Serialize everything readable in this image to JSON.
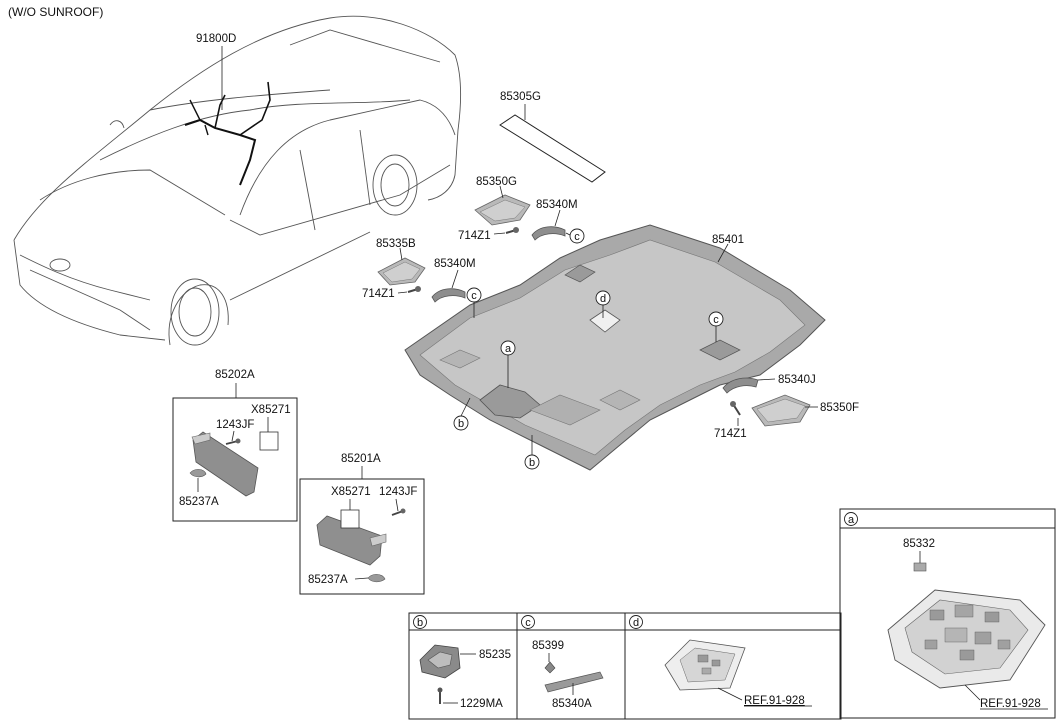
{
  "diagram": {
    "variant_label": "(W/O SUNROOF)",
    "callouts": {
      "wiring": "91800D",
      "strip": "85305G",
      "bracket_upper": "85350G",
      "grip_upper": "85340M",
      "bolt_upper": "714Z1",
      "bracket_left": "85335B",
      "bolt_left": "714Z1",
      "grip_left": "85340M",
      "headlining": "85401",
      "grip_right": "85340J",
      "bracket_right": "85350F",
      "bolt_right": "714Z1",
      "visor_right_assy": "85202A",
      "visor_right_label": "X85271",
      "visor_right_screw": "1243JF",
      "visor_right_retainer": "85237A",
      "visor_left_assy": "85201A",
      "visor_left_label": "X85271",
      "visor_left_screw": "1243JF",
      "visor_left_retainer": "85237A"
    },
    "markers": {
      "a": "a",
      "b1": "b",
      "b2": "b",
      "c1": "c",
      "c2": "c",
      "c3": "c",
      "d": "d"
    },
    "details": {
      "b": {
        "key": "b",
        "part1": "85235",
        "part2": "1229MA"
      },
      "c": {
        "key": "c",
        "part1": "85399",
        "part2": "85340A"
      },
      "d": {
        "key": "d",
        "ref": "REF.91-928"
      },
      "a": {
        "key": "a",
        "part1": "85332",
        "ref": "REF.91-928"
      }
    }
  }
}
